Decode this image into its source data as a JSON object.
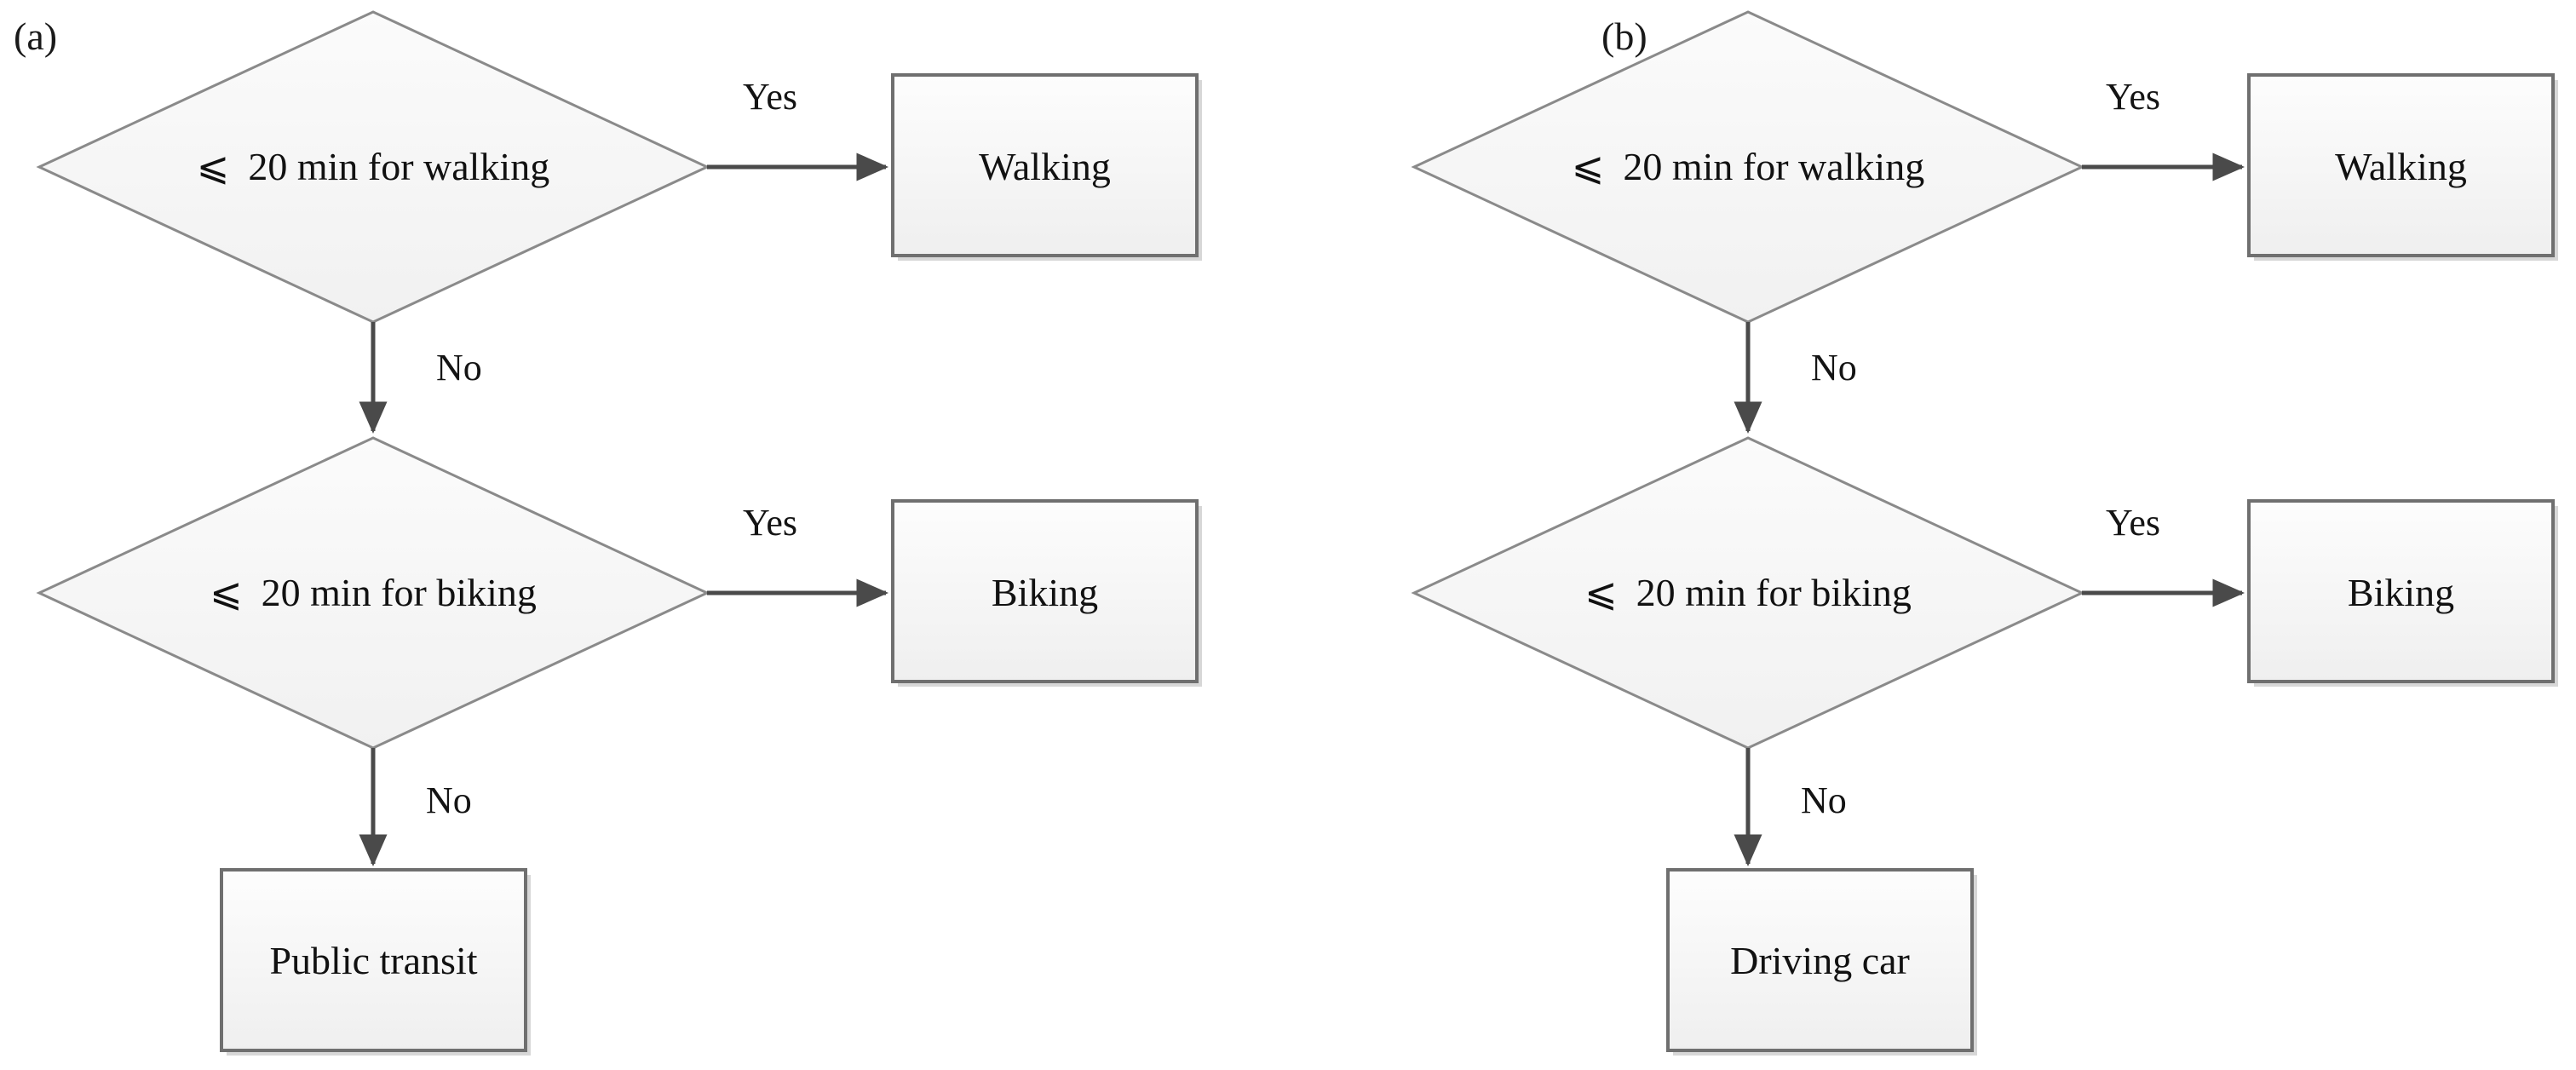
{
  "figure": {
    "type": "flowchart",
    "background": "#ffffff",
    "shape_fill_top": "#fcfcfc",
    "shape_fill_bottom": "#f0f0f0",
    "shape_stroke": "#6f6f6f",
    "diamond_stroke": "#8a8a8a",
    "connector_color": "#4a4a4a",
    "text_color": "#111111"
  },
  "panels": [
    {
      "label": "(a)",
      "decisions": [
        {
          "operator": "⩽",
          "text": "20 min for walking",
          "yes_label": "Yes",
          "no_label": "No",
          "yes_target": "Walking"
        },
        {
          "operator": "⩽",
          "text": "20 min for biking",
          "yes_label": "Yes",
          "no_label": "No",
          "yes_target": "Biking"
        }
      ],
      "outcomes": [
        {
          "text": "Walking"
        },
        {
          "text": "Biking"
        },
        {
          "text": "Public transit"
        }
      ],
      "final_outcome": "Public transit"
    },
    {
      "label": "(b)",
      "decisions": [
        {
          "operator": "⩽",
          "text": "20 min for walking",
          "yes_label": "Yes",
          "no_label": "No",
          "yes_target": "Walking"
        },
        {
          "operator": "⩽",
          "text": "20 min for biking",
          "yes_label": "Yes",
          "no_label": "No",
          "yes_target": "Biking"
        }
      ],
      "outcomes": [
        {
          "text": "Walking"
        },
        {
          "text": "Biking"
        },
        {
          "text": "Driving car"
        }
      ],
      "final_outcome": "Driving car"
    }
  ]
}
